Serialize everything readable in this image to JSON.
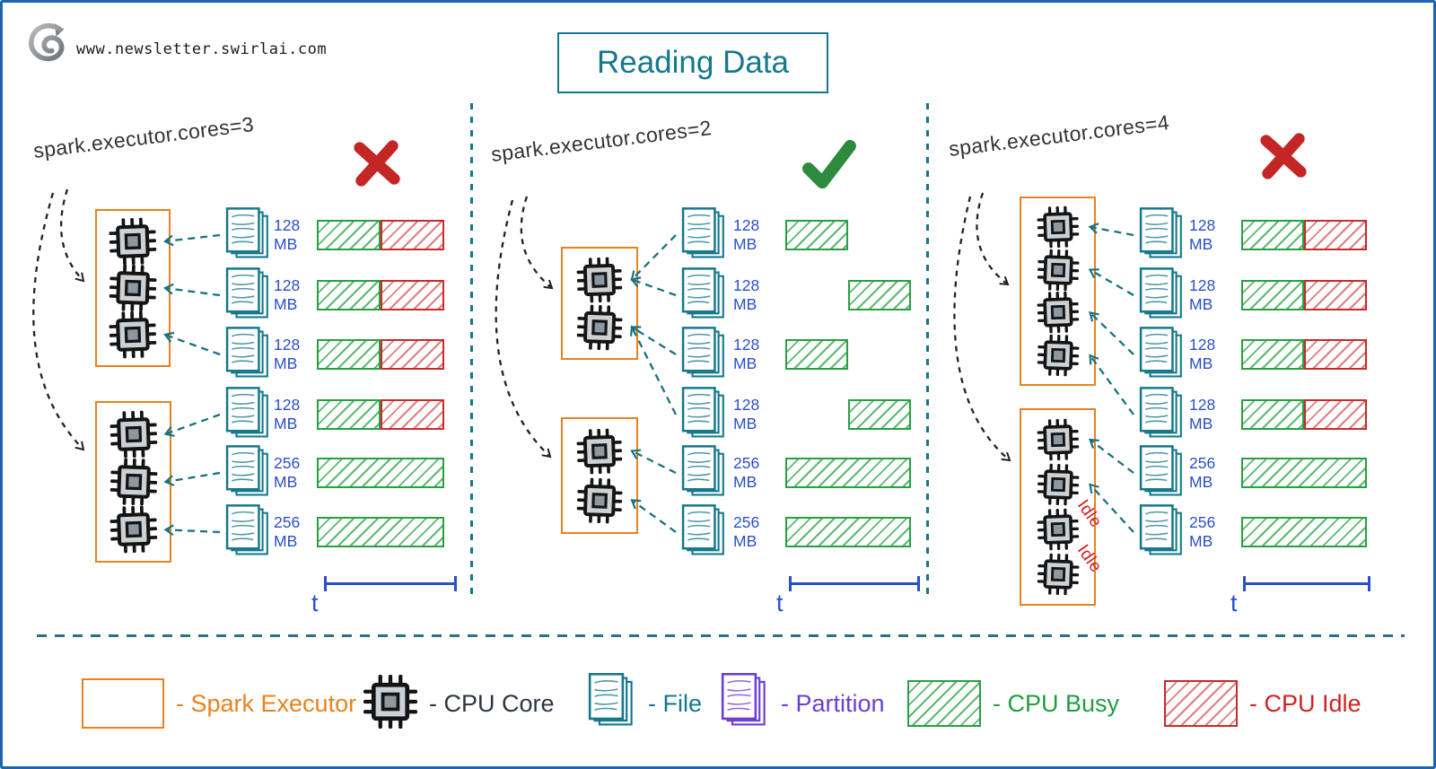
{
  "header": {
    "site_url": "www.newsletter.swirlai.com",
    "title": "Reading Data"
  },
  "labels": {
    "idle": "Idle"
  },
  "colors": {
    "teal": "#15788c",
    "arrow_teal": "#19727f",
    "orange": "#e8821e",
    "blue_text": "#2a4fc9",
    "busy_green": "#27a042",
    "idle_red": "#c92a2a",
    "check_green": "#2e8b3d",
    "cross_red": "#c42525",
    "purple": "#6b3fd4",
    "ink": "#333333",
    "idle_text_red": "#cc2020"
  },
  "panels": [
    {
      "config_label": "spark.executor.cores=3",
      "verdict": "cross",
      "time_label": "t",
      "executors": [
        {
          "num_cores": 3,
          "idle_cores": []
        },
        {
          "num_cores": 3,
          "idle_cores": []
        }
      ],
      "rows": [
        {
          "size_value": "128",
          "size_unit": "MB",
          "target": {
            "executor": 0,
            "core": 0
          },
          "segments": [
            {
              "state": "busy",
              "from": 0,
              "to": 0.5
            },
            {
              "state": "idle",
              "from": 0.5,
              "to": 1
            }
          ]
        },
        {
          "size_value": "128",
          "size_unit": "MB",
          "target": {
            "executor": 0,
            "core": 1
          },
          "segments": [
            {
              "state": "busy",
              "from": 0,
              "to": 0.5
            },
            {
              "state": "idle",
              "from": 0.5,
              "to": 1
            }
          ]
        },
        {
          "size_value": "128",
          "size_unit": "MB",
          "target": {
            "executor": 0,
            "core": 2
          },
          "segments": [
            {
              "state": "busy",
              "from": 0,
              "to": 0.5
            },
            {
              "state": "idle",
              "from": 0.5,
              "to": 1
            }
          ]
        },
        {
          "size_value": "128",
          "size_unit": "MB",
          "target": {
            "executor": 1,
            "core": 0
          },
          "segments": [
            {
              "state": "busy",
              "from": 0,
              "to": 0.5
            },
            {
              "state": "idle",
              "from": 0.5,
              "to": 1
            }
          ]
        },
        {
          "size_value": "256",
          "size_unit": "MB",
          "target": {
            "executor": 1,
            "core": 1
          },
          "segments": [
            {
              "state": "busy",
              "from": 0,
              "to": 1
            }
          ]
        },
        {
          "size_value": "256",
          "size_unit": "MB",
          "target": {
            "executor": 1,
            "core": 2
          },
          "segments": [
            {
              "state": "busy",
              "from": 0,
              "to": 1
            }
          ]
        }
      ]
    },
    {
      "config_label": "spark.executor.cores=2",
      "verdict": "check",
      "time_label": "t",
      "executors": [
        {
          "num_cores": 2,
          "idle_cores": []
        },
        {
          "num_cores": 2,
          "idle_cores": []
        }
      ],
      "rows": [
        {
          "size_value": "128",
          "size_unit": "MB",
          "target": {
            "executor": 0,
            "core": 0
          },
          "segments": [
            {
              "state": "busy",
              "from": 0,
              "to": 0.5
            }
          ]
        },
        {
          "size_value": "128",
          "size_unit": "MB",
          "target": {
            "executor": 0,
            "core": 0
          },
          "segments": [
            {
              "state": "busy",
              "from": 0.5,
              "to": 1
            }
          ]
        },
        {
          "size_value": "128",
          "size_unit": "MB",
          "target": {
            "executor": 0,
            "core": 1
          },
          "segments": [
            {
              "state": "busy",
              "from": 0,
              "to": 0.5
            }
          ]
        },
        {
          "size_value": "128",
          "size_unit": "MB",
          "target": {
            "executor": 0,
            "core": 1
          },
          "segments": [
            {
              "state": "busy",
              "from": 0.5,
              "to": 1
            }
          ]
        },
        {
          "size_value": "256",
          "size_unit": "MB",
          "target": {
            "executor": 1,
            "core": 0
          },
          "segments": [
            {
              "state": "busy",
              "from": 0,
              "to": 1
            }
          ]
        },
        {
          "size_value": "256",
          "size_unit": "MB",
          "target": {
            "executor": 1,
            "core": 1
          },
          "segments": [
            {
              "state": "busy",
              "from": 0,
              "to": 1
            }
          ]
        }
      ]
    },
    {
      "config_label": "spark.executor.cores=4",
      "verdict": "cross",
      "time_label": "t",
      "executors": [
        {
          "num_cores": 4,
          "idle_cores": []
        },
        {
          "num_cores": 4,
          "idle_cores": [
            2,
            3
          ]
        }
      ],
      "rows": [
        {
          "size_value": "128",
          "size_unit": "MB",
          "target": {
            "executor": 0,
            "core": 0
          },
          "segments": [
            {
              "state": "busy",
              "from": 0,
              "to": 0.5
            },
            {
              "state": "idle",
              "from": 0.5,
              "to": 1
            }
          ]
        },
        {
          "size_value": "128",
          "size_unit": "MB",
          "target": {
            "executor": 0,
            "core": 1
          },
          "segments": [
            {
              "state": "busy",
              "from": 0,
              "to": 0.5
            },
            {
              "state": "idle",
              "from": 0.5,
              "to": 1
            }
          ]
        },
        {
          "size_value": "128",
          "size_unit": "MB",
          "target": {
            "executor": 0,
            "core": 2
          },
          "segments": [
            {
              "state": "busy",
              "from": 0,
              "to": 0.5
            },
            {
              "state": "idle",
              "from": 0.5,
              "to": 1
            }
          ]
        },
        {
          "size_value": "128",
          "size_unit": "MB",
          "target": {
            "executor": 0,
            "core": 3
          },
          "segments": [
            {
              "state": "busy",
              "from": 0,
              "to": 0.5
            },
            {
              "state": "idle",
              "from": 0.5,
              "to": 1
            }
          ]
        },
        {
          "size_value": "256",
          "size_unit": "MB",
          "target": {
            "executor": 1,
            "core": 0
          },
          "segments": [
            {
              "state": "busy",
              "from": 0,
              "to": 1
            }
          ]
        },
        {
          "size_value": "256",
          "size_unit": "MB",
          "target": {
            "executor": 1,
            "core": 1
          },
          "segments": [
            {
              "state": "busy",
              "from": 0,
              "to": 1
            }
          ]
        }
      ]
    }
  ],
  "legend": {
    "items": [
      {
        "id": "spark-executor",
        "swatch": "executor",
        "label": "- Spark Executor",
        "color": "#e8821e"
      },
      {
        "id": "cpu-core",
        "swatch": "chip",
        "label": "- CPU Core",
        "color": "#2d3642"
      },
      {
        "id": "file",
        "swatch": "file",
        "label": "- File",
        "color": "#15788c"
      },
      {
        "id": "partition",
        "swatch": "partition",
        "label": "- Partition",
        "color": "#6b3fd4"
      },
      {
        "id": "cpu-busy",
        "swatch": "busy",
        "label": "- CPU Busy",
        "color": "#1f9e42"
      },
      {
        "id": "cpu-idle",
        "swatch": "idle",
        "label": "- CPU Idle",
        "color": "#cc2424"
      }
    ]
  }
}
